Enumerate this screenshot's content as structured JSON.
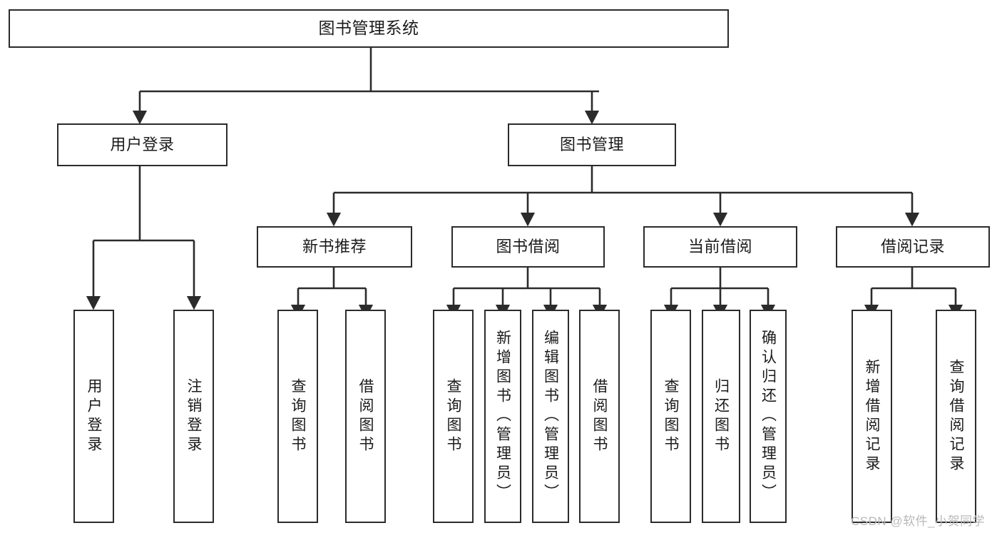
{
  "diagram": {
    "title": "图书管理系统",
    "watermark": "CSDN @软件_小贺同学",
    "line_color": "#2b2b2b",
    "box_fill": "#ffffff",
    "text_color": "#1b1b1b",
    "watermark_color": "#b9b9b9"
  },
  "nodes": {
    "root": {
      "label": "图书管理系统"
    },
    "tier2": [
      {
        "label": "用户登录"
      },
      {
        "label": "图书管理"
      }
    ],
    "tier3": [
      {
        "label": "新书推荐"
      },
      {
        "label": "图书借阅"
      },
      {
        "label": "当前借阅"
      },
      {
        "label": "借阅记录"
      }
    ],
    "tier4": {
      "user_login": [
        {
          "label": "用户登录"
        },
        {
          "label": "注销登录"
        }
      ],
      "new_book_recommend": [
        {
          "label": "查询图书"
        },
        {
          "label": "借阅图书"
        }
      ],
      "book_borrow": [
        {
          "label": "查询图书"
        },
        {
          "label": "新增图书（管理员）"
        },
        {
          "label": "编辑图书（管理员）"
        },
        {
          "label": "借阅图书"
        }
      ],
      "current_borrow": [
        {
          "label": "查询图书"
        },
        {
          "label": "归还图书"
        },
        {
          "label": "确认归还（管理员）"
        }
      ],
      "borrow_record": [
        {
          "label": "新增借阅记录"
        },
        {
          "label": "查询借阅记录"
        }
      ]
    }
  }
}
